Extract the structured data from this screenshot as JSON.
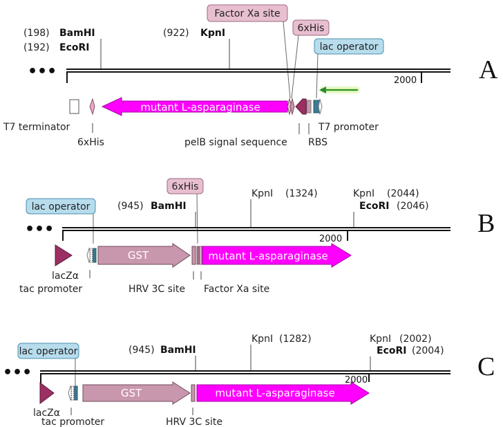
{
  "panels": {
    "a": {
      "panel_label": "A",
      "sites": {
        "bamhi": {
          "pos": "(198)",
          "name": "BamHI"
        },
        "ecori": {
          "pos": "(192)",
          "name": "EcoRI"
        },
        "kpni": {
          "pos": "(922)",
          "name": "KpnI"
        }
      },
      "tags": {
        "factor_xa": "Factor Xa site",
        "his6": "6xHis",
        "lac_operator": "lac operator"
      },
      "scale_tick": "2000",
      "features": {
        "asparaginase": "mutant L-asparaginase"
      },
      "bottom_labels": {
        "t7_terminator": "T7 terminator",
        "his6": "6xHis",
        "pelb": "pelB signal sequence",
        "rbs": "RBS",
        "t7_promoter": "T7 promoter"
      }
    },
    "b": {
      "panel_label": "B",
      "tags": {
        "lac_operator": "lac operator",
        "his6": "6xHis"
      },
      "sites": {
        "bamhi": {
          "pos": "(945)",
          "name": "BamHI"
        },
        "kpni": {
          "name": "KpnI",
          "pos": "(1324)"
        },
        "kpni2": {
          "name": "KpnI",
          "pos": "(2044)"
        },
        "ecori": {
          "name": "EcoRI",
          "pos": "(2046)"
        }
      },
      "scale_tick": "2000",
      "features": {
        "gst": "GST",
        "asparaginase": "mutant L-asparaginase"
      },
      "bottom_labels": {
        "lacz": "lacZα",
        "tac_promoter": "tac promoter",
        "hrv3c": "HRV 3C site",
        "factor_xa": "Factor Xa site"
      }
    },
    "c": {
      "panel_label": "C",
      "tags": {
        "lac_operator": "lac operator"
      },
      "sites": {
        "bamhi": {
          "pos": "(945)",
          "name": "BamHI"
        },
        "kpni": {
          "name": "KpnI",
          "pos": "(1282)"
        },
        "kpni2": {
          "name": "KpnI",
          "pos": "(2002)"
        },
        "ecori": {
          "name": "EcoRI",
          "pos": "(2004)"
        }
      },
      "scale_tick": "2000",
      "features": {
        "gst": "GST",
        "asparaginase": "mutant L-asparaginase"
      },
      "bottom_labels": {
        "lacz": "lacZα",
        "tac_promoter": "tac promoter",
        "hrv3c": "HRV 3C site"
      }
    }
  },
  "ellipsis": "•••",
  "colors": {
    "asparaginase": "#ff00ff",
    "his_tag": "#e8bfd0",
    "gst": "#c997ad",
    "lacz": "#9c2f63",
    "lac_operator_fill": "#b7dcec",
    "operator_box": "#3d7b92",
    "promoter_arrow": "#2d8a2d"
  }
}
